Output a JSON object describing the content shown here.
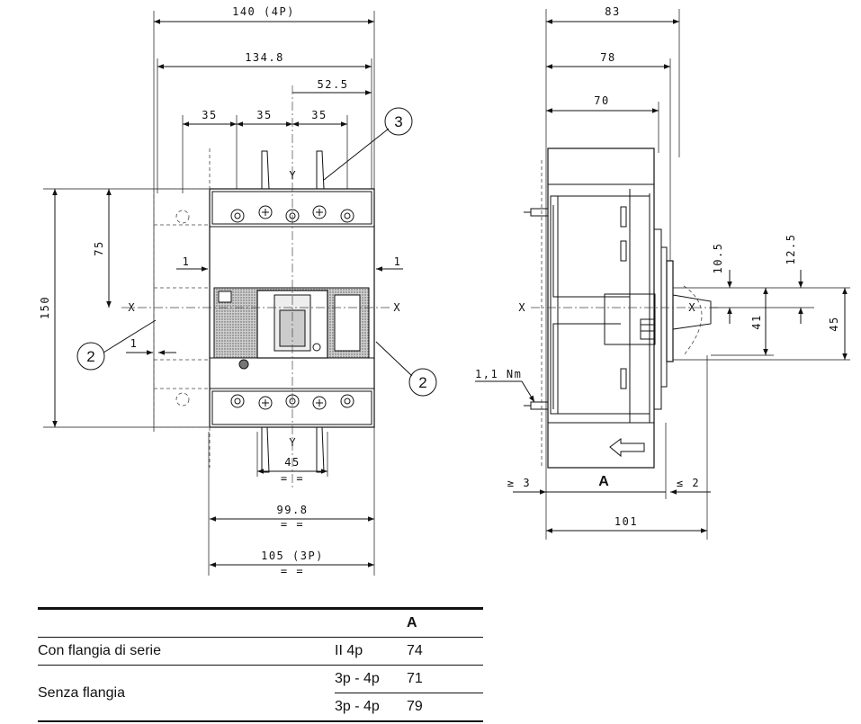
{
  "front_view": {
    "dims": {
      "width_4p": "140 (4P)",
      "width_134": "134.8",
      "half_52": "52.5",
      "pitch_a": "35",
      "pitch_b": "35",
      "pitch_c": "35",
      "height_150": "150",
      "height_75": "75",
      "gap_left": "1",
      "gap_right": "1",
      "gap_low": "1",
      "term_45": "45",
      "width_99": "99.8",
      "width_3p": "105 (3P)",
      "eq_1": "= =",
      "eq_2": "= =",
      "eq_3": "= ="
    },
    "axes": {
      "y_top": "Y",
      "y_bottom": "Y",
      "x_left": "X",
      "x_right": "X"
    },
    "callouts": {
      "c3": "3",
      "c2_left": "2",
      "c2_right": "2"
    }
  },
  "side_view": {
    "dims": {
      "d83": "83",
      "d78": "78",
      "d70": "70",
      "d10_5": "10.5",
      "d12_5": "12.5",
      "d41": "41",
      "d45": "45",
      "ge3": "≥ 3",
      "le2": "≤ 2",
      "d101": "101",
      "torque": "1,1 Nm",
      "ref_a": "A"
    },
    "axes": {
      "x_left": "X",
      "x_right": "X"
    }
  },
  "table": {
    "header": {
      "col1": "",
      "col2": "",
      "col3": "A"
    },
    "rows": [
      {
        "label": "Con flangia di serie",
        "variant": "II 4p",
        "value": "74"
      },
      {
        "label": "Senza flangia",
        "variant": "3p - 4p",
        "value": "71"
      },
      {
        "label": "",
        "variant": "3p - 4p",
        "value": "79"
      }
    ]
  }
}
